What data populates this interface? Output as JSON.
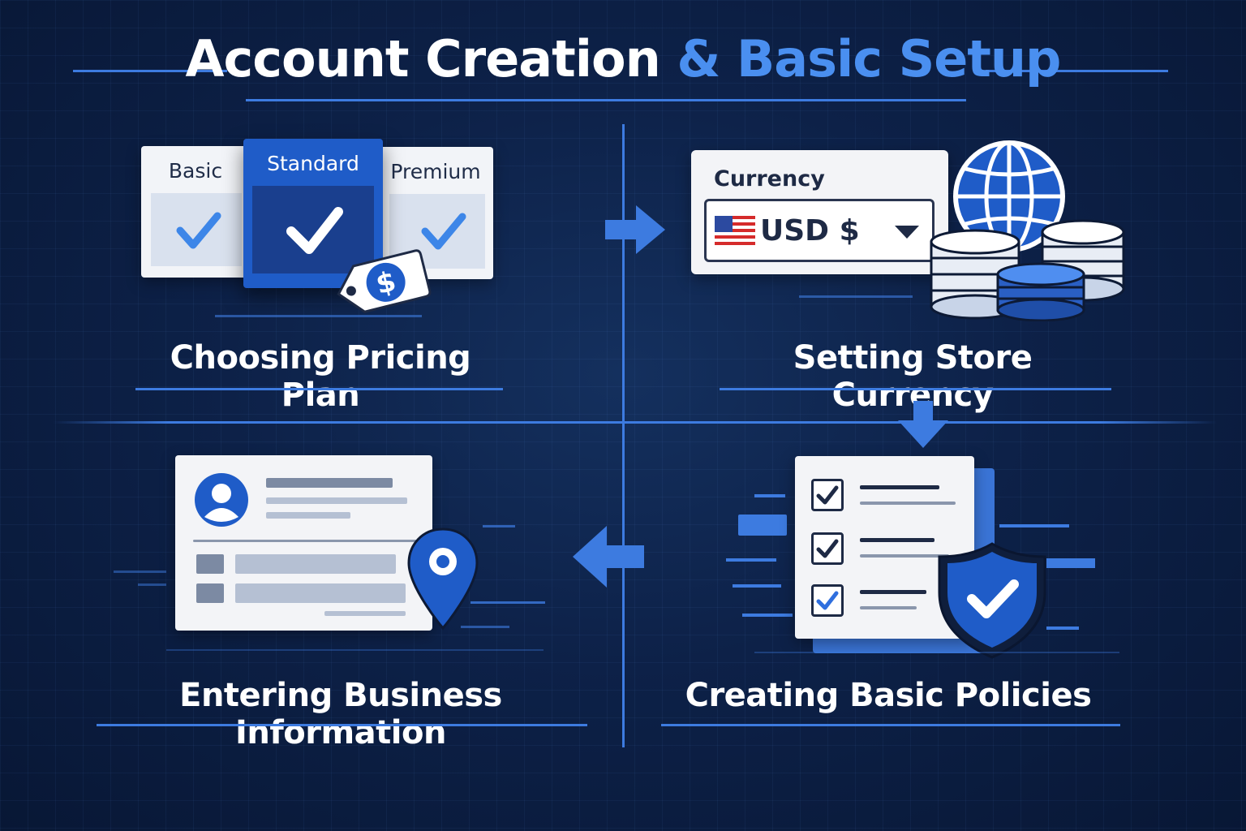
{
  "title": {
    "part1": "Account Creation",
    "amp": "&",
    "part2": "Basic Setup"
  },
  "steps": [
    {
      "caption": "Choosing Pricing Plan",
      "plans": [
        "Basic",
        "Standard",
        "Premium"
      ],
      "selected_plan": "Standard",
      "icons": [
        "check-icon",
        "price-tag-icon"
      ]
    },
    {
      "caption": "Setting Store Currency",
      "field_label": "Currency",
      "selected_value": "USD $",
      "icons": [
        "us-flag-icon",
        "chevron-down-icon",
        "globe-icon",
        "coin-stack-icon"
      ]
    },
    {
      "caption": "Entering Business Information",
      "icons": [
        "user-avatar-icon",
        "location-pin-icon"
      ]
    },
    {
      "caption": "Creating Basic Policies",
      "icons": [
        "checkbox-checked-icon",
        "shield-check-icon"
      ]
    }
  ],
  "colors": {
    "background": "#0d2148",
    "accent": "#3d7be0",
    "title_accent": "#4a8ff0",
    "card": "#f3f4f7",
    "dark_navy": "#1e2a45"
  }
}
